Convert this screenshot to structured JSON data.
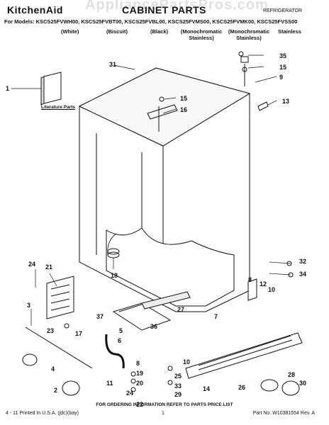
{
  "header": {
    "brand": "KitchenAid",
    "title": "CABINET PARTS",
    "product_type": "REFRIGERATOR",
    "models_line": "For Models: KSCS25FVWH00, KSCS25FVBT00, KSCS25FVBL00, KSCS25FVMS00, KSCS25FVMK00, KSCS25FVSS00",
    "variants": [
      {
        "label": "(White)"
      },
      {
        "label": "(Biscuit)"
      },
      {
        "label": "(Black)"
      },
      {
        "label": "(Monochromatic Stainless)"
      },
      {
        "label": "(Monochromatic Stainless)"
      },
      {
        "label": "Stainless"
      }
    ]
  },
  "watermark": "AppliancePartsPros.com",
  "literature_label": "Literature Parts",
  "callouts": [
    "1",
    "2",
    "3",
    "4",
    "5",
    "6",
    "7",
    "8",
    "8",
    "9",
    "10",
    "10",
    "11",
    "12",
    "13",
    "14",
    "15",
    "15",
    "16",
    "17",
    "18",
    "19",
    "20",
    "21",
    "22",
    "23",
    "24",
    "24",
    "25",
    "26",
    "27",
    "28",
    "29",
    "30",
    "31",
    "32",
    "33",
    "34",
    "35",
    "36",
    "37"
  ],
  "footer": {
    "order_info": "FOR ORDERING INFORMATION REFER TO PARTS PRICE LIST",
    "printed": "4 - 11 Printed In U.S.A. (jdc)(bay)",
    "page": "1",
    "part_no": "Part No. W10381554 Rev. A"
  }
}
